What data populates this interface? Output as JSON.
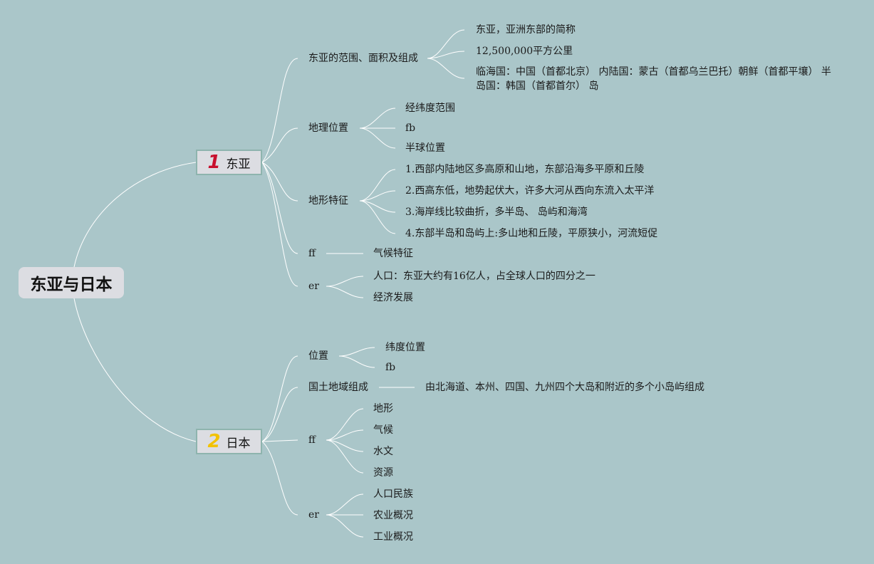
{
  "central": "东亚与日本",
  "colors": {
    "background": "#aac6c9",
    "topic_fill": "#dcdde2",
    "num1": "#c8102e",
    "num2": "#f2c200",
    "line": "#ffffff"
  },
  "branches": [
    {
      "number": "1",
      "label": "东亚",
      "children": [
        {
          "label": "东亚的范围、面积及组成",
          "children": [
            "东亚，亚洲东部的简称",
            "12,500,000平方公里",
            "临海国：中国（首都北京） 内陆国：蒙古（首都乌兰巴托）朝鲜（首都平壤） 半岛国：韩国（首都首尔） 岛"
          ]
        },
        {
          "label": "地理位置",
          "children": [
            "经纬度范围",
            "fb",
            "半球位置"
          ]
        },
        {
          "label": "地形特征",
          "children": [
            "1.西部内陆地区多高原和山地，东部沿海多平原和丘陵",
            "2.西高东低，地势起伏大，许多大河从西向东流入太平洋",
            "3.海岸线比较曲折，多半岛、 岛屿和海湾",
            "4.东部半岛和岛屿上:多山地和丘陵，平原狭小，河流短促"
          ]
        },
        {
          "label": "ff",
          "children": [
            "气候特征"
          ]
        },
        {
          "label": "er",
          "children": [
            "人口：东亚大约有16亿人，占全球人口的四分之一",
            "经济发展"
          ]
        }
      ]
    },
    {
      "number": "2",
      "label": "日本",
      "children": [
        {
          "label": "位置",
          "children": [
            "纬度位置",
            "fb"
          ]
        },
        {
          "label": "国土地域组成",
          "children": [
            "由北海道、本州、四国、九州四个大岛和附近的多个小岛屿组成"
          ]
        },
        {
          "label": "ff",
          "children": [
            "地形",
            "气候",
            "水文",
            "资源"
          ]
        },
        {
          "label": "er",
          "children": [
            "人口民族",
            "农业概况",
            "工业概况"
          ]
        }
      ]
    }
  ]
}
